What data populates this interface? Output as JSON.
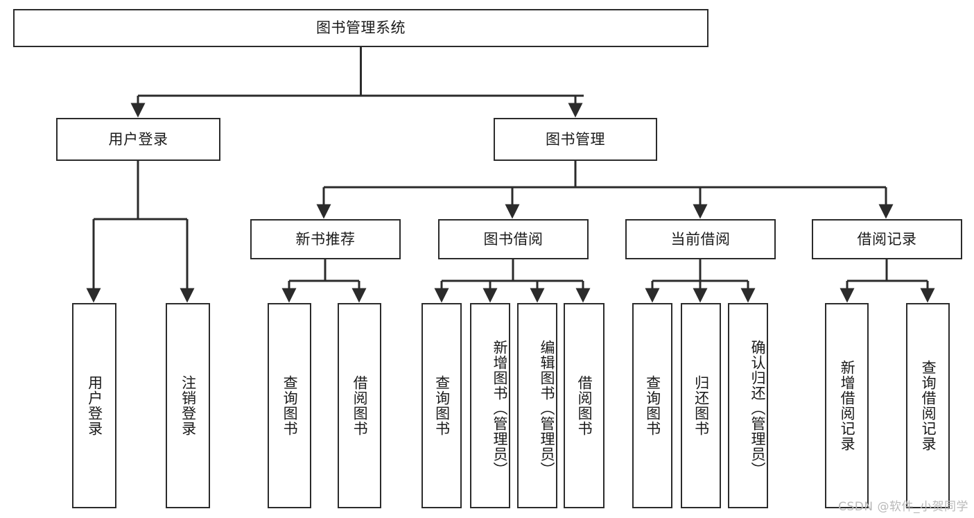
{
  "diagram": {
    "title": "图书管理系统",
    "watermark": "CSDN @软件_小贺同学",
    "line_color": "#2b2b2b",
    "box_fill": "#ffffff",
    "text_color": "#1a1a1a",
    "watermark_color": "#b9b9b9"
  },
  "root": {
    "label": "图书管理系统"
  },
  "level1": [
    {
      "label": "用户登录"
    },
    {
      "label": "图书管理"
    }
  ],
  "level2": [
    {
      "label": "新书推荐"
    },
    {
      "label": "图书借阅"
    },
    {
      "label": "当前借阅"
    },
    {
      "label": "借阅记录"
    }
  ],
  "leaves": {
    "user_login": [
      {
        "label": "用户登录"
      },
      {
        "label": "注销登录"
      }
    ],
    "new_book": [
      {
        "label": "查询图书"
      },
      {
        "label": "借阅图书"
      }
    ],
    "book_borrow": [
      {
        "label": "查询图书"
      },
      {
        "label": "新增图书（管理员）"
      },
      {
        "label": "编辑图书（管理员）"
      },
      {
        "label": "借阅图书"
      }
    ],
    "current_borrow": [
      {
        "label": "查询图书"
      },
      {
        "label": "归还图书"
      },
      {
        "label": "确认归还（管理员）"
      }
    ],
    "borrow_record": [
      {
        "label": "新增借阅记录"
      },
      {
        "label": "查询借阅记录"
      }
    ]
  }
}
